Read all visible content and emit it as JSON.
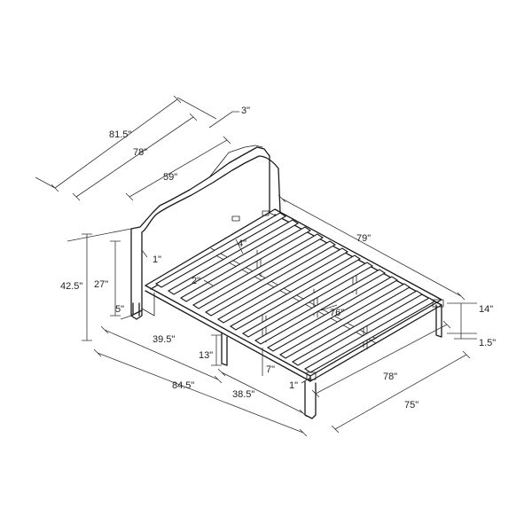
{
  "dimensions": {
    "overall_length": "81.5\"",
    "inner_length": "78\"",
    "headboard_inset": "3\"",
    "headboard_width": "59\"",
    "headboard_top_width": "1\"",
    "overall_height": "42.5\"",
    "headboard_panel_height": "27\"",
    "headboard_leg_depth": "5\"",
    "slat_width": "4\"",
    "slat_gap": "2\"",
    "frame_length": "79\"",
    "slat_length": "76\"",
    "side_rail_height": "14\"",
    "rail_thickness": "1.5\"",
    "foot_width": "78\"",
    "overall_width": "75\"",
    "head_section": "39.5\"",
    "overall_depth": "84.5\"",
    "foot_section": "38.5\"",
    "leg_height": "13\"",
    "under_clearance": "7\"",
    "foot_rail_inset": "1\""
  },
  "colors": {
    "line": "#1a1a1a",
    "background": "#ffffff"
  }
}
